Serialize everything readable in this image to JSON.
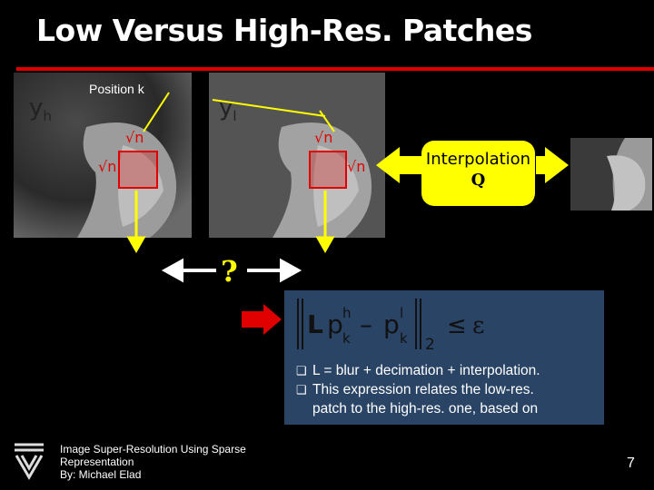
{
  "slide": {
    "title": "Low Versus High-Res. Patches",
    "hr_label": "y",
    "hr_sub": "h",
    "lr_label": "y",
    "lr_sub": "l",
    "position_label": "Position k",
    "sqrt_n": "√n",
    "interpolation_line1": "Interpolation",
    "interpolation_line2": "Q",
    "question_mark": "?",
    "bullets": [
      "L = blur + decimation + interpolation.",
      "This expression relates the low-res.",
      "patch to the high-res. one, based on"
    ],
    "footer_lines": [
      "Image Super-Resolution Using Sparse",
      "Representation",
      "By: Michael Elad"
    ],
    "page_number": "7"
  },
  "formula": {
    "L": "L",
    "p": "p",
    "sup_h": "h",
    "sup_l": "l",
    "sub_k": "k",
    "minus": "–",
    "norm_sub": "2",
    "leq": "≤",
    "eps": "ε"
  },
  "colors": {
    "accent_red": "#e00000",
    "yellow": "#ffff00",
    "box_blue": "#2a4466"
  },
  "icons": {
    "logo": "technion-logo-icon",
    "bullet": "checkbox-bullet-icon"
  }
}
